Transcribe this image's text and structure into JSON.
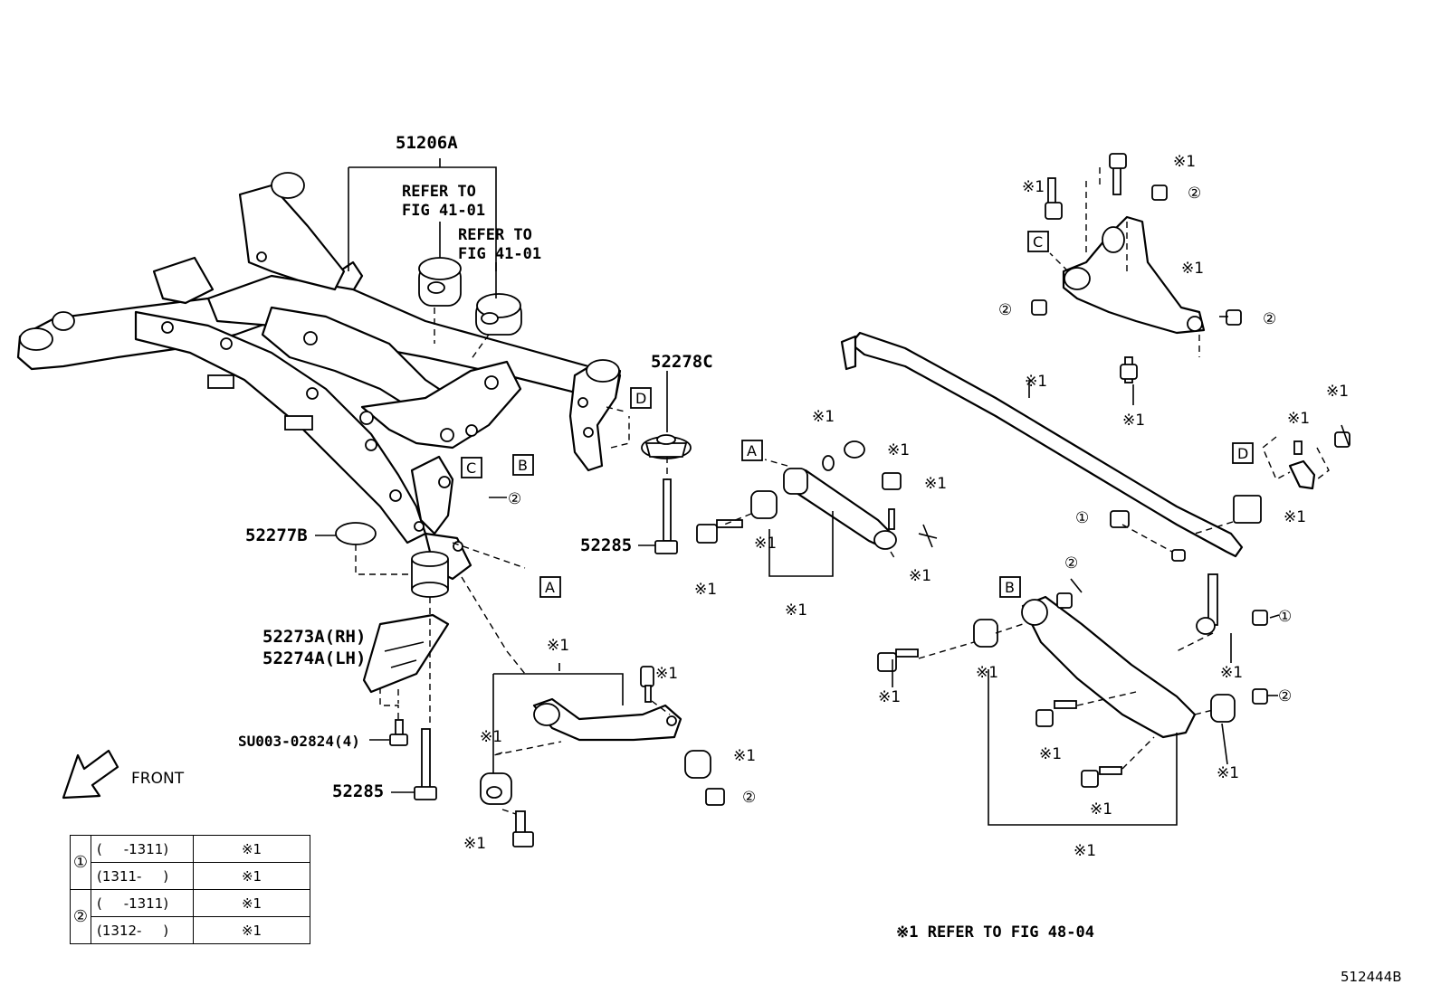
{
  "parts": {
    "crossmember": "51206A",
    "stopper": "52278C",
    "bolt_upper": "52285",
    "bolt_lower": "52285",
    "washer": "52277B",
    "bracket_rh": "52273A(RH)",
    "bracket_lh": "52274A(LH)",
    "screw": "SU003-02824(4)"
  },
  "notes": {
    "refer_1_line1": "REFER TO",
    "refer_1_line2": "FIG 41-01",
    "refer_2_line1": "REFER TO",
    "refer_2_line2": "FIG 41-01",
    "front": "FRONT",
    "footnote": "※1 REFER TO FIG 48-04",
    "figure_id": "512444B"
  },
  "callouts": {
    "ref": "※1",
    "circle1": "①",
    "circle2": "②"
  },
  "boxes": {
    "a": "A",
    "b": "B",
    "c": "C",
    "d": "D"
  },
  "legend": {
    "rows": [
      {
        "mark": "①",
        "range": "(     -1311)",
        "ref": "※1"
      },
      {
        "mark": "",
        "range": "(1311-     )",
        "ref": "※1"
      },
      {
        "mark": "②",
        "range": "(     -1311)",
        "ref": "※1"
      },
      {
        "mark": "",
        "range": "(1312-     )",
        "ref": "※1"
      }
    ]
  }
}
